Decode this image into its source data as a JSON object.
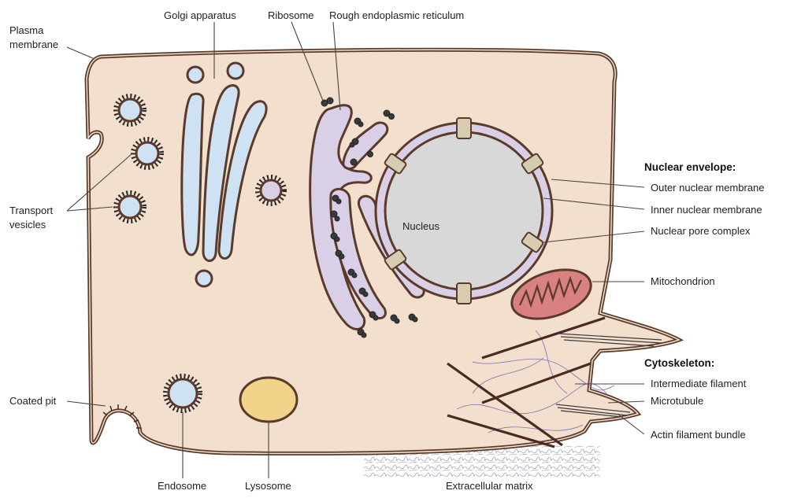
{
  "labels": {
    "plasma_membrane_1": "Plasma",
    "plasma_membrane_2": "membrane",
    "golgi": "Golgi apparatus",
    "ribosome": "Ribosome",
    "rough_er": "Rough endoplasmic reticulum",
    "transport_vesicles_1": "Transport",
    "transport_vesicles_2": "vesicles",
    "nucleus": "Nucleus",
    "nuclear_envelope": "Nuclear envelope:",
    "outer_nuclear_membrane": "Outer nuclear membrane",
    "inner_nuclear_membrane": "Inner nuclear membrane",
    "nuclear_pore_complex": "Nuclear pore complex",
    "mitochondrion": "Mitochondrion",
    "cytoskeleton": "Cytoskeleton:",
    "intermediate_filament": "Intermediate filament",
    "microtubule": "Microtubule",
    "actin_filament_bundle": "Actin filament bundle",
    "coated_pit": "Coated pit",
    "endosome": "Endosome",
    "lysosome": "Lysosome",
    "extracellular_matrix": "Extracellular matrix"
  },
  "colors": {
    "cytoplasm": "#f3dfcd",
    "membrane": "#5a3a2a",
    "golgi_fill": "#cfe2f3",
    "er_fill": "#d9cfe6",
    "nucleus_fill": "#d8d8d8",
    "mitochondrion_fill": "#d98080",
    "lysosome_fill": "#f2d38a",
    "pore_fill": "#d6cdb0"
  }
}
